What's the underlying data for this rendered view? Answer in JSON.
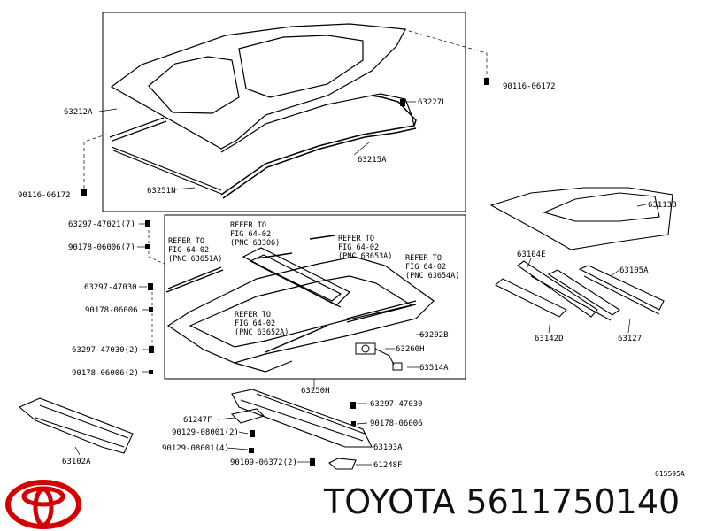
{
  "diagram": {
    "upper_labels": {
      "p63212A": "63212A",
      "p63227L": "63227L",
      "p90116_top": "90116-06172",
      "p63215A": "63215A",
      "p90116_left": "90116-06172",
      "p63251N": "63251N"
    },
    "frame_labels": {
      "p63297_47021": "63297-47021(7)",
      "p90178_06006_7": "90178-06006(7)",
      "p63297_47030": "63297-47030",
      "p90178_06006": "90178-06006",
      "p63297_47030_2": "63297-47030(2)",
      "p90178_06006_2": "90178-06006(2)",
      "p63202B": "63202B",
      "p63260H": "63260H",
      "p63514A": "63514A",
      "p63250H": "63250H"
    },
    "refer_notes": {
      "r1": [
        "REFER TO",
        "FIG 64-02",
        "(PNC 63306)"
      ],
      "r2": [
        "REFER TO",
        "FIG 64-02",
        "(PNC 63651A)"
      ],
      "r3": [
        "REFER TO",
        "FIG 64-02",
        "(PNC 63653A)"
      ],
      "r4": [
        "REFER TO",
        "FIG 64-02",
        "(PNC 63654A)"
      ],
      "r5": [
        "REFER TO",
        "FIG 64-02",
        "(PNC 63652A)"
      ]
    },
    "right_labels": {
      "p63113B": "63113B",
      "p63104E": "63104E",
      "p63105A": "63105A",
      "p63142D": "63142D",
      "p63127": "63127"
    },
    "bottom_labels": {
      "p63102A": "63102A",
      "p61247F": "61247F",
      "p90129_2": "90129-08001(2)",
      "p90129_4": "90129-08001(4)",
      "p90109": "90109-06372(2)",
      "p63297_b": "63297-47030",
      "p90178_b": "90178-06006",
      "p63103A": "63103A",
      "p61248F": "61248F"
    },
    "catalog_code": "615595A"
  },
  "footer": {
    "brand_text": "TOYOTA 5611750140",
    "logo_color": "#d50000"
  }
}
